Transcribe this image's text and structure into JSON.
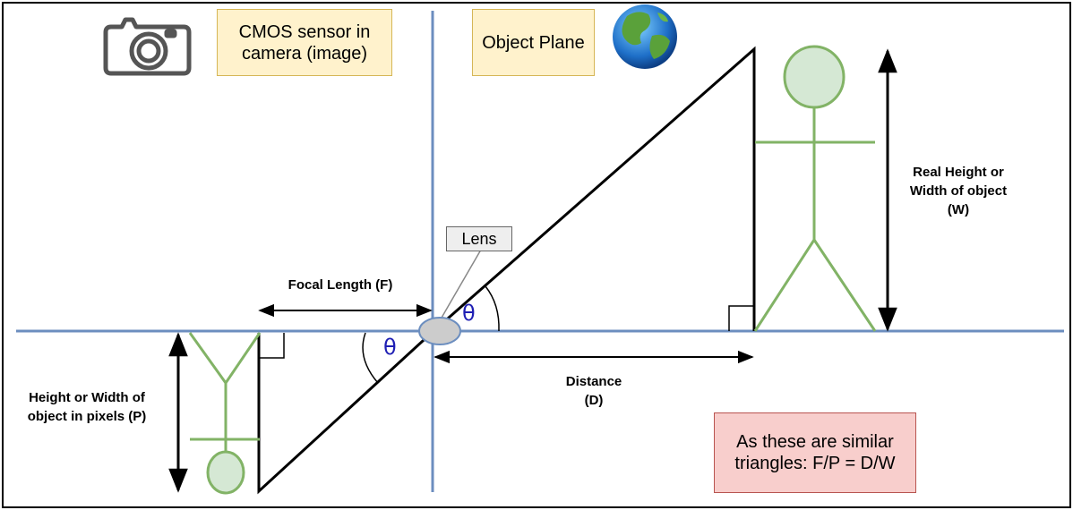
{
  "labels": {
    "cmos": "CMOS sensor in\ncamera (image)",
    "object_plane": "Object Plane",
    "lens": "Lens",
    "focal_length": "Focal Length (F)",
    "distance": "Distance\n(D)",
    "real_height": "Real Height or\nWidth of object\n(W)",
    "pixel_height": "Height or Width of\nobject in pixels (P)",
    "similar": "As these are similar\ntriangles: F/P = D/W",
    "theta_left": "θ",
    "theta_right": "θ"
  },
  "colors": {
    "axis": "#6c8ebf",
    "figure": "#82b366",
    "figure_fill": "#d5e8d4",
    "lens_fill": "#cccccc",
    "note_yellow": "#fff2cc",
    "note_red": "#f8cecc",
    "theta": "#1f1fb4"
  },
  "icons": {
    "camera": "camera-icon",
    "globe": "globe-icon"
  }
}
